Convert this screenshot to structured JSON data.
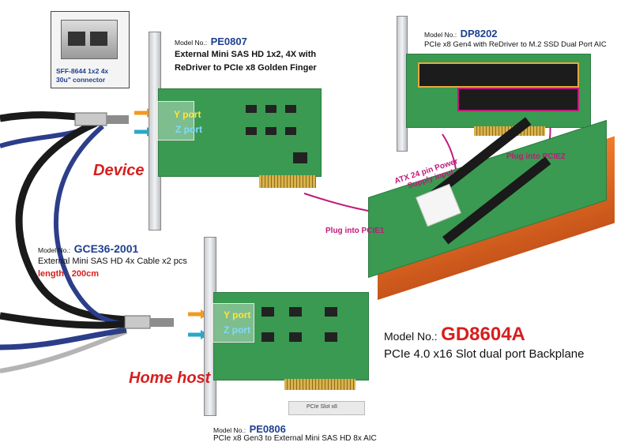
{
  "connector_inset": {
    "line1": "SFF-8644 1x2 4x",
    "line2": "30u\" connector"
  },
  "pe0807": {
    "model_prefix": "Model No.:",
    "model": "PE0807",
    "desc_line1": "External Mini SAS HD 1x2, 4X with",
    "desc_line2": "ReDriver to PCIe x8 Golden Finger",
    "y_port": "Y port",
    "z_port": "Z port"
  },
  "device_label": "Device",
  "dp8202": {
    "model_prefix": "Model No.:",
    "model": "DP8202",
    "desc": "PCIe x8 Gen4 with ReDriver to M.2 SSD Dual Port AIC"
  },
  "plug_pcie2": "Plug into PCIE2",
  "plug_pcie1": "Plug into PCIE1",
  "atx_line1": "ATX 24 pin Power",
  "atx_line2": "Supply input",
  "gce36": {
    "model_prefix": "Model No.:",
    "model": "GCE36-2001",
    "desc": "External Mini SAS HD 4x Cable x2 pcs",
    "length": "length : 200cm"
  },
  "pe0806": {
    "model_prefix": "Model No.:",
    "model": "PE0806",
    "desc": "PCIe x8 Gen3 to External Mini SAS HD 8x AIC",
    "y_port": "Y port",
    "z_port": "Z port",
    "slot_label": "PCIe Slot x8"
  },
  "home_host_label": "Home host",
  "gd8604a": {
    "model_prefix": "Model No.:",
    "model": "GD8604A",
    "desc": "PCIe 4.0 x16 Slot dual port Backplane"
  },
  "colors": {
    "accent_blue": "#1f3f8f",
    "accent_red": "#d81e1e",
    "pcb_green": "#3a9a52",
    "arrow_orange": "#f39a1e",
    "arrow_cyan": "#2aa8c8",
    "arrow_magenta": "#c2187a"
  }
}
